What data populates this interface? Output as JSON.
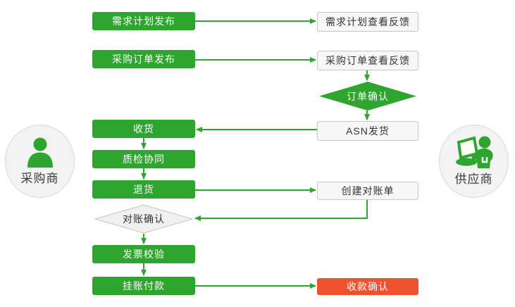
{
  "diagram": {
    "type": "flowchart",
    "background": "#ffffff",
    "colors": {
      "green": "#2EA52E",
      "red": "#F0512E",
      "outline_box_bg": "#f7f7f7",
      "outline_box_border": "#c6c6c6",
      "gray_diamond_bg": "#f0f0f0",
      "gray_diamond_border": "#c4c4c4",
      "circle_bg": "#f3f3f3",
      "circle_border": "#d8d8d8",
      "dark_text": "#333333"
    }
  },
  "actors": {
    "buyer": {
      "label": "采购商",
      "icon": "person-icon"
    },
    "supplier": {
      "label": "供应商",
      "icon": "person-laptop-icon"
    }
  },
  "nodes": {
    "demand_plan_publish": {
      "label": "需求计划发布",
      "style": "green",
      "lane": "buyer"
    },
    "demand_plan_feedback": {
      "label": "需求计划查看反馈",
      "style": "outline",
      "lane": "supplier"
    },
    "po_publish": {
      "label": "采购订单发布",
      "style": "green",
      "lane": "buyer"
    },
    "po_feedback": {
      "label": "采购订单查看反馈",
      "style": "outline",
      "lane": "supplier"
    },
    "order_confirm": {
      "label": "订单确认",
      "style": "green-diamond",
      "lane": "supplier"
    },
    "asn_ship": {
      "label": "ASN发货",
      "style": "outline",
      "lane": "supplier"
    },
    "receive": {
      "label": "收货",
      "style": "green",
      "lane": "buyer"
    },
    "quality_collab": {
      "label": "质检协同",
      "style": "green",
      "lane": "buyer"
    },
    "return_goods": {
      "label": "退货",
      "style": "green",
      "lane": "buyer"
    },
    "create_statement": {
      "label": "创建对账单",
      "style": "outline",
      "lane": "supplier"
    },
    "reconcile_confirm": {
      "label": "对账确认",
      "style": "gray-diamond",
      "lane": "buyer"
    },
    "invoice_verify": {
      "label": "发票校验",
      "style": "green",
      "lane": "buyer"
    },
    "pending_payment": {
      "label": "挂账付款",
      "style": "green",
      "lane": "buyer"
    },
    "receipt_confirm": {
      "label": "收款确认",
      "style": "red",
      "lane": "supplier"
    }
  },
  "edges": [
    {
      "from": "需求计划发布",
      "to": "需求计划查看反馈"
    },
    {
      "from": "采购订单发布",
      "to": "采购订单查看反馈"
    },
    {
      "from": "采购订单查看反馈",
      "to": "订单确认"
    },
    {
      "from": "订单确认",
      "to": "ASN发货"
    },
    {
      "from": "ASN发货",
      "to": "收货"
    },
    {
      "from": "收货",
      "to": "质检协同"
    },
    {
      "from": "质检协同",
      "to": "退货"
    },
    {
      "from": "退货",
      "to": "创建对账单"
    },
    {
      "from": "创建对账单",
      "to": "对账确认"
    },
    {
      "from": "对账确认",
      "to": "发票校验"
    },
    {
      "from": "发票校验",
      "to": "挂账付款"
    },
    {
      "from": "挂账付款",
      "to": "收款确认"
    }
  ]
}
